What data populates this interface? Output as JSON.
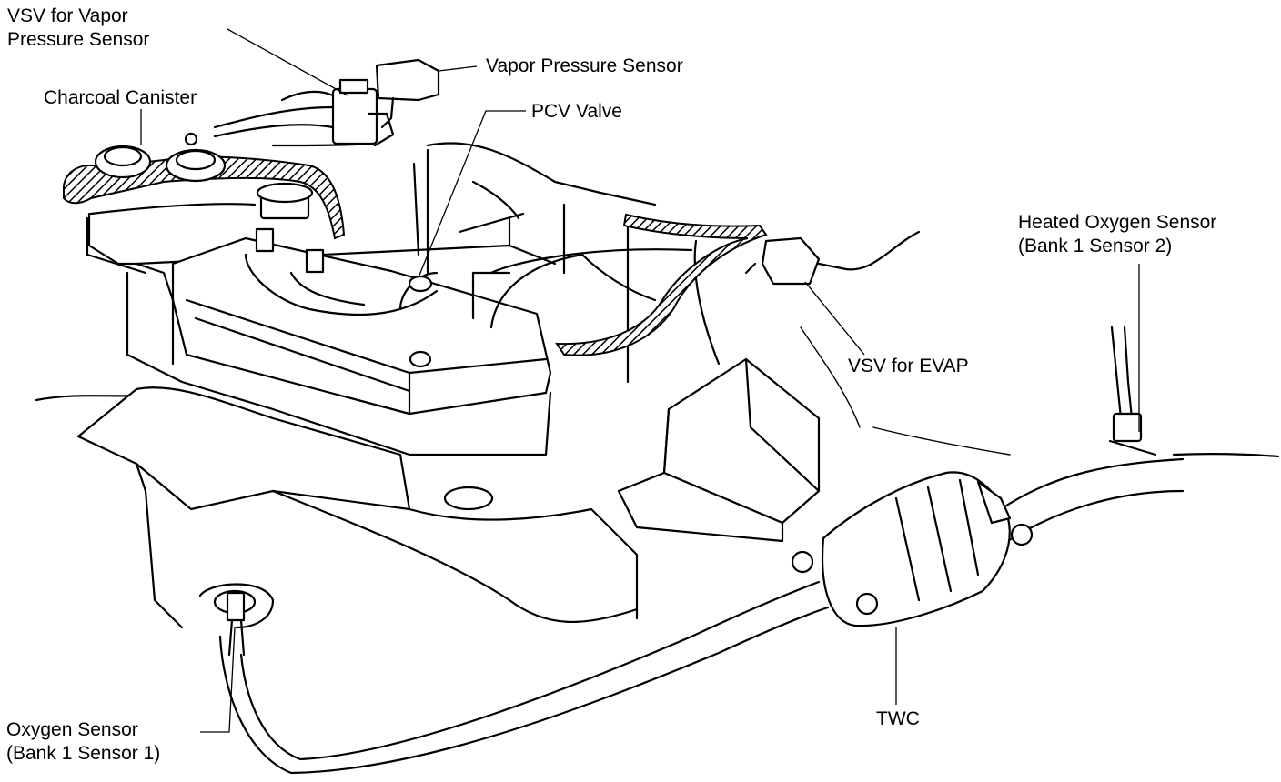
{
  "labels": {
    "vsv_vapor_line1": "VSV for Vapor",
    "vsv_vapor_line2": "Pressure Sensor",
    "charcoal_canister": "Charcoal Canister",
    "vapor_pressure_sensor": "Vapor Pressure Sensor",
    "pcv_valve": "PCV Valve",
    "heated_o2_line1": "Heated Oxygen Sensor",
    "heated_o2_line2": "(Bank 1 Sensor 2)",
    "vsv_evap": "VSV for EVAP",
    "twc": "TWC",
    "o2_line1": "Oxygen Sensor",
    "o2_line2": "(Bank 1 Sensor 1)"
  },
  "style": {
    "ink_color": "#000000",
    "background": "#ffffff"
  }
}
